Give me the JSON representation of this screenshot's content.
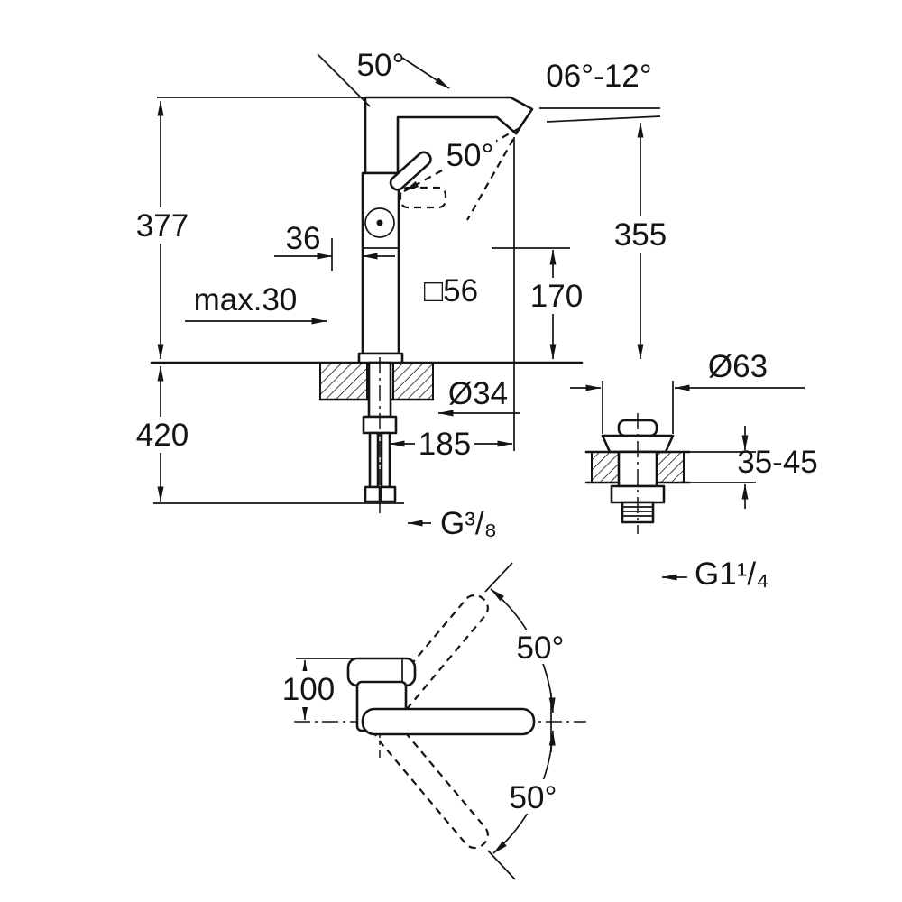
{
  "page": {
    "background": "#ffffff",
    "line_color": "#141414",
    "drawing_type": "technical-dimension-drawing",
    "views": [
      "faucet-side-view",
      "waste-drain-detail",
      "faucet-top-view"
    ]
  },
  "labels": {
    "spout_swivel_top": "50°",
    "outlet_angle": "06°-12°",
    "handle_open_angle": "50°",
    "height_above_deck": "377",
    "handle_offset": "36",
    "outlet_height": "355",
    "max_deck_thickness": "max.30",
    "body_cross_section": "□56",
    "outlet_clearance": "170",
    "height_below_deck": "420",
    "hole_diameter": "Ø34",
    "spout_reach": "185",
    "supply_thread": "G³/₈",
    "waste_flange_diameter": "Ø63",
    "deck_thickness_range": "35-45",
    "waste_thread": "G1¹/₄",
    "spout_axis_offset": "100",
    "swivel_up": "50°",
    "swivel_down": "50°"
  }
}
